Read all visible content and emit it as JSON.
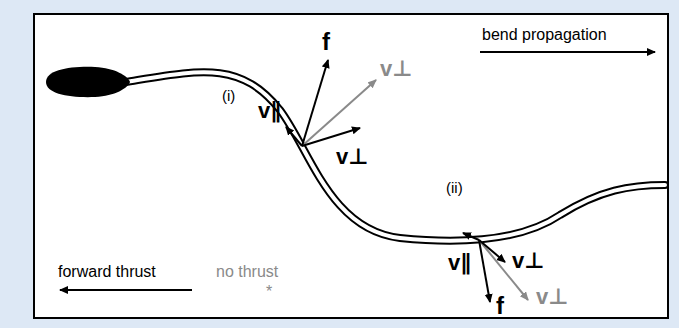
{
  "diagram": {
    "labels": [
      "bend propagation",
      "(i)",
      "f",
      "v∥",
      "v⊥",
      "v⊥",
      "(ii)",
      "v∥",
      "v⊥",
      "v⊥",
      "f",
      "forward thrust",
      "no thrust",
      "*"
    ]
  }
}
